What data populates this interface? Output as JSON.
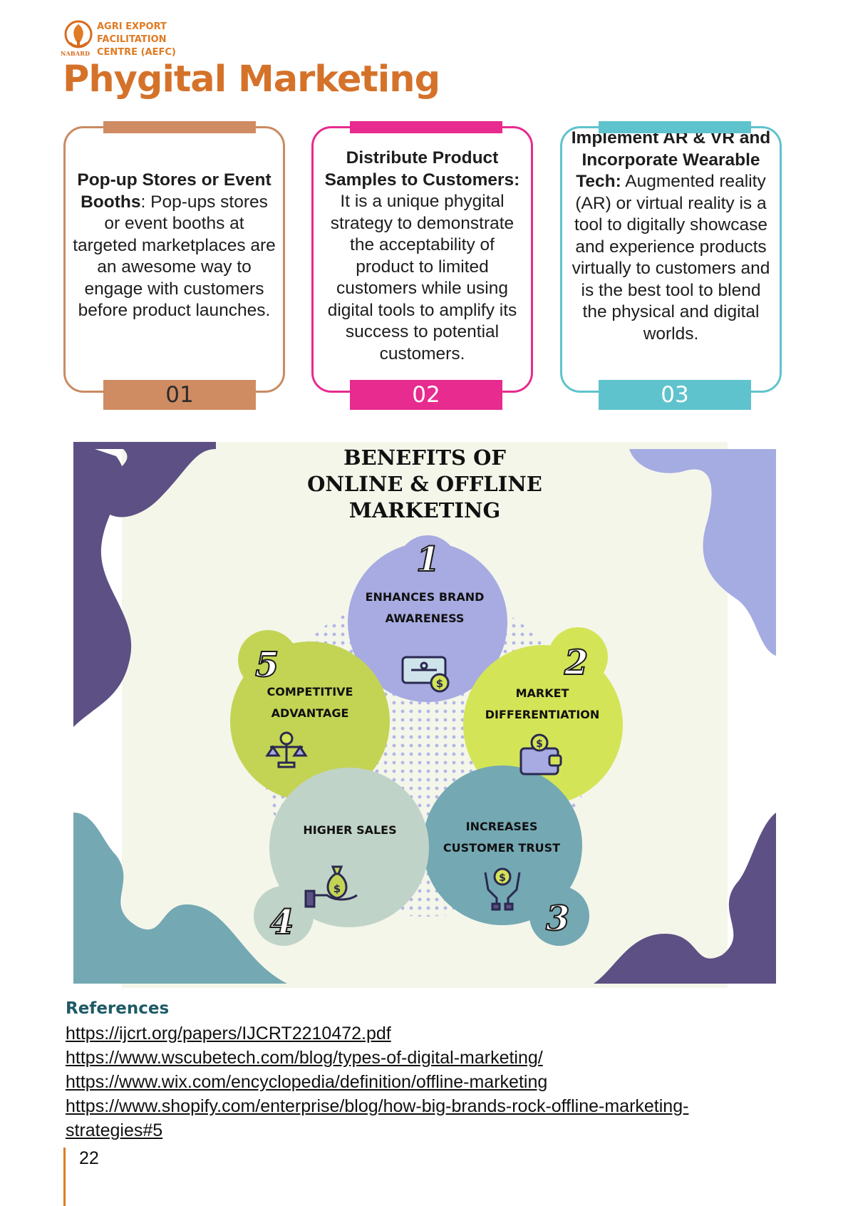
{
  "header": {
    "logo_lines": [
      "AGRI EXPORT",
      "FACILITATION",
      "CENTRE (AEFC)"
    ],
    "logo_sub": "NABARD",
    "title": "Phygital Marketing"
  },
  "cards": [
    {
      "heading": "Pop-up Stores or Event Booths",
      "body": ": Pop-ups stores or event booths at targeted marketplaces are an awesome way to engage with customers before product launches.",
      "number": "01",
      "color": "#cf8c63"
    },
    {
      "heading": "Distribute Product Samples to Customers:",
      "body": " It is a unique phygital strategy to demonstrate the acceptability of product to limited customers while using digital tools to amplify its success to potential customers.",
      "number": "02",
      "color": "#e72b8f"
    },
    {
      "heading": "Implement AR & VR and Incorporate Wearable Tech:",
      "body": " Augmented reality (AR) or virtual reality is a tool to digitally showcase and experience products virtually to customers and is the best tool to blend the physical and digital worlds.",
      "number": "03",
      "color": "#5fc3cd"
    }
  ],
  "infographic": {
    "title_lines": [
      "BENEFITS OF",
      "ONLINE & OFFLINE",
      "MARKETING"
    ],
    "benefits": [
      {
        "number": "1",
        "lines": [
          "ENHANCES BRAND",
          "AWARENESS"
        ],
        "icon": "money-bill-icon",
        "color": "#a7abe1"
      },
      {
        "number": "2",
        "lines": [
          "MARKET",
          "DIFFERENTIATION"
        ],
        "icon": "wallet-icon",
        "color": "#d4e457"
      },
      {
        "number": "3",
        "lines": [
          "INCREASES",
          "CUSTOMER TRUST"
        ],
        "icon": "hands-coin-icon",
        "color": "#74a8b3"
      },
      {
        "number": "4",
        "lines": [
          "HIGHER SALES"
        ],
        "icon": "money-bag-hand-icon",
        "color": "#c0d3c8"
      },
      {
        "number": "5",
        "lines": [
          "COMPETITIVE",
          "ADVANTAGE"
        ],
        "icon": "balance-scale-icon",
        "color": "#c3d455"
      }
    ]
  },
  "references": {
    "title": "References",
    "links": [
      "https://ijcrt.org/papers/IJCRT2210472.pdf",
      "https://www.wscubetech.com/blog/types-of-digital-marketing/",
      "https://www.wix.com/encyclopedia/definition/offline-marketing",
      "https://www.shopify.com/enterprise/blog/how-big-brands-rock-offline-marketing-",
      "strategies#5"
    ]
  },
  "page_number": "22"
}
